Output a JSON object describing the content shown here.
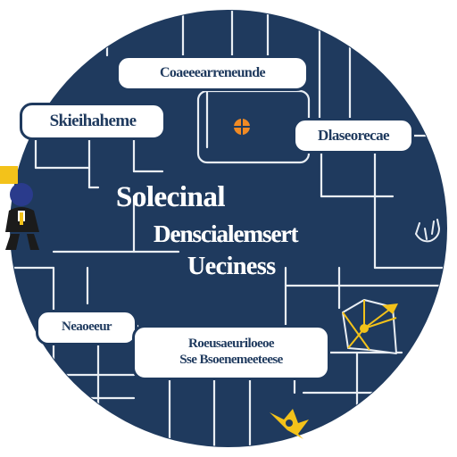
{
  "colors": {
    "background": "#ffffff",
    "circle": "#1f3a5e",
    "lines": "#e9eef4",
    "box_border": "#1f3a5e",
    "box_text": "#1f3a5e",
    "title_text": "#ffffff",
    "accent_orange": "#f08a24",
    "accent_yellow": "#f3c21a"
  },
  "title": {
    "line1": "Solecinal",
    "line2": "Denscialemsert",
    "line3": "Ueciness"
  },
  "boxes": {
    "top": "Coaeeearreneunde",
    "left": "Skieihaheme",
    "right": "Dlaseorecae",
    "lower_left": "Neaoeeur",
    "lower_center_line1": "Roeusaeuriloeoe",
    "lower_center_line2": "Sse Bsoenemeeteese"
  },
  "icons": {
    "target": "crosshair-icon",
    "person": "business-person-icon",
    "hand": "pointing-hand-icon",
    "map": "network-map-icon",
    "gear": "gear-icon"
  }
}
